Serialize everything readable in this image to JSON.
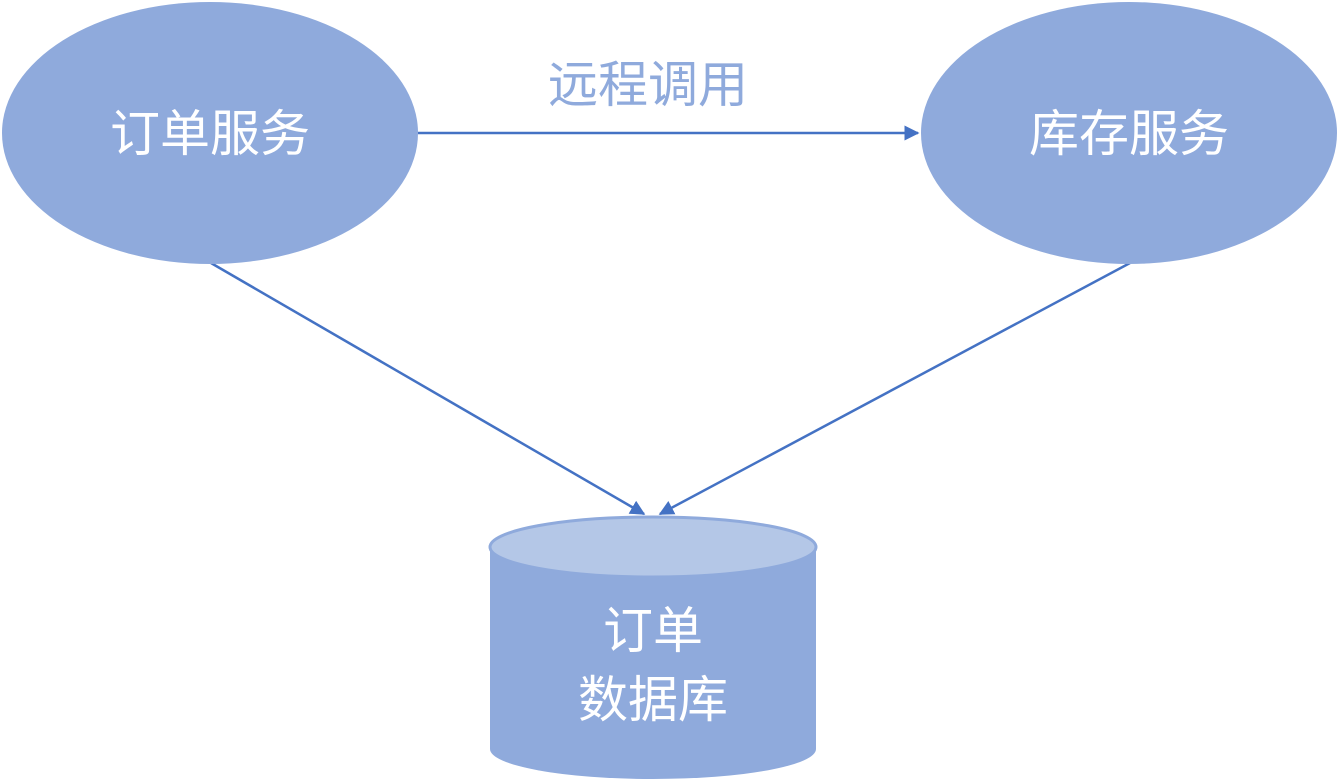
{
  "nodes": {
    "order_service": {
      "label": "订单服务"
    },
    "inventory_service": {
      "label": "库存服务"
    },
    "order_database": {
      "label_line1": "订单",
      "label_line2": "数据库"
    }
  },
  "edges": {
    "remote_call": {
      "label": "远程调用"
    }
  },
  "colors": {
    "node_fill": "#8faadc",
    "cylinder_top_fill": "#b4c7e7",
    "edge_stroke": "#4472c4",
    "node_text": "#ffffff",
    "edge_label_text": "#8faadc"
  }
}
